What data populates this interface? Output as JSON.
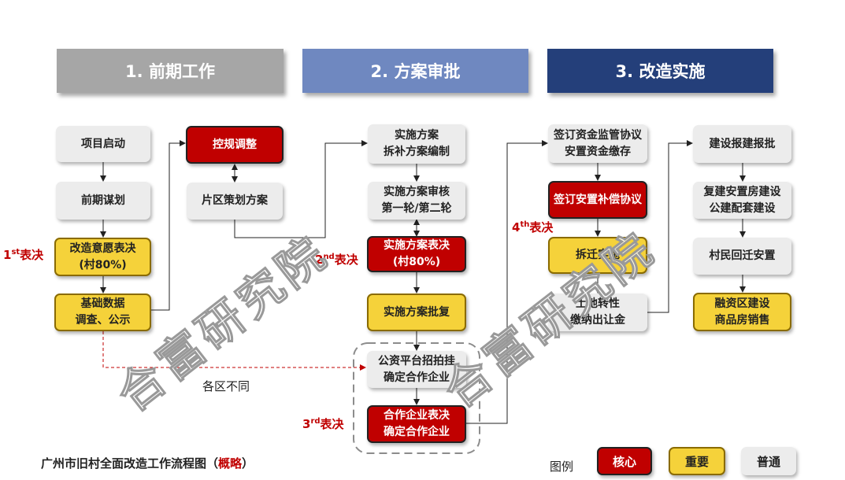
{
  "phases": [
    {
      "label": "1. 前期工作",
      "color": "#a6a6a6"
    },
    {
      "label": "2. 方案审批",
      "color": "#6f88c0"
    },
    {
      "label": "3. 改造实施",
      "color": "#243f7a"
    }
  ],
  "boxes": {
    "project_start": [
      "项目启动"
    ],
    "pre_planning": [
      "前期谋划"
    ],
    "willingness_vote": [
      "改造意愿表决",
      "(村80%)"
    ],
    "basic_data": [
      "基础数据",
      "调查、公示"
    ],
    "control_adjust": [
      "控规调整"
    ],
    "district_plan": [
      "片区策划方案"
    ],
    "impl_plan_compile": [
      "实施方案",
      "拆补方案编制"
    ],
    "impl_plan_review": [
      "实施方案审核",
      "第一轮/第二轮"
    ],
    "impl_plan_vote": [
      "实施方案表决",
      "(村80%)"
    ],
    "impl_plan_approval": [
      "实施方案批复"
    ],
    "public_platform": [
      "公资平台招拍挂",
      "确定合作企业"
    ],
    "partner_vote": [
      "合作企业表决",
      "确定合作企业"
    ],
    "fund_agreement": [
      "签订资金监管协议",
      "安置资金缴存"
    ],
    "compensation_agreement": [
      "签订安置补偿协议"
    ],
    "relocation": [
      "拆迁实施"
    ],
    "land_transfer": [
      "土地转性",
      "缴纳出让金"
    ],
    "construction_approval": [
      "建设报建报批"
    ],
    "resettlement_housing": [
      "复建安置房建设",
      "公建配套建设"
    ],
    "villager_return": [
      "村民回迁安置"
    ],
    "financing_sales": [
      "融资区建设",
      "商品房销售"
    ]
  },
  "votes": {
    "first": {
      "num": "1",
      "sup": "st",
      "label": "表决"
    },
    "second": {
      "num": "2",
      "sup": "nd",
      "label": "表决"
    },
    "third": {
      "num": "3",
      "sup": "rd",
      "label": "表决"
    },
    "fourth": {
      "num": "4",
      "sup": "th",
      "label": "表决"
    }
  },
  "note": "各区不同",
  "title": "广州市旧村全面改造工作流程图（",
  "title_highlight": "概略",
  "title_end": "）",
  "legend": {
    "label": "图例",
    "core": "核心",
    "important": "重要",
    "normal": "普通"
  },
  "watermark": "合富研究院",
  "colors": {
    "core": "#c00000",
    "important": "#f5d23a",
    "normal": "#ececec",
    "vote": "#c00000"
  }
}
